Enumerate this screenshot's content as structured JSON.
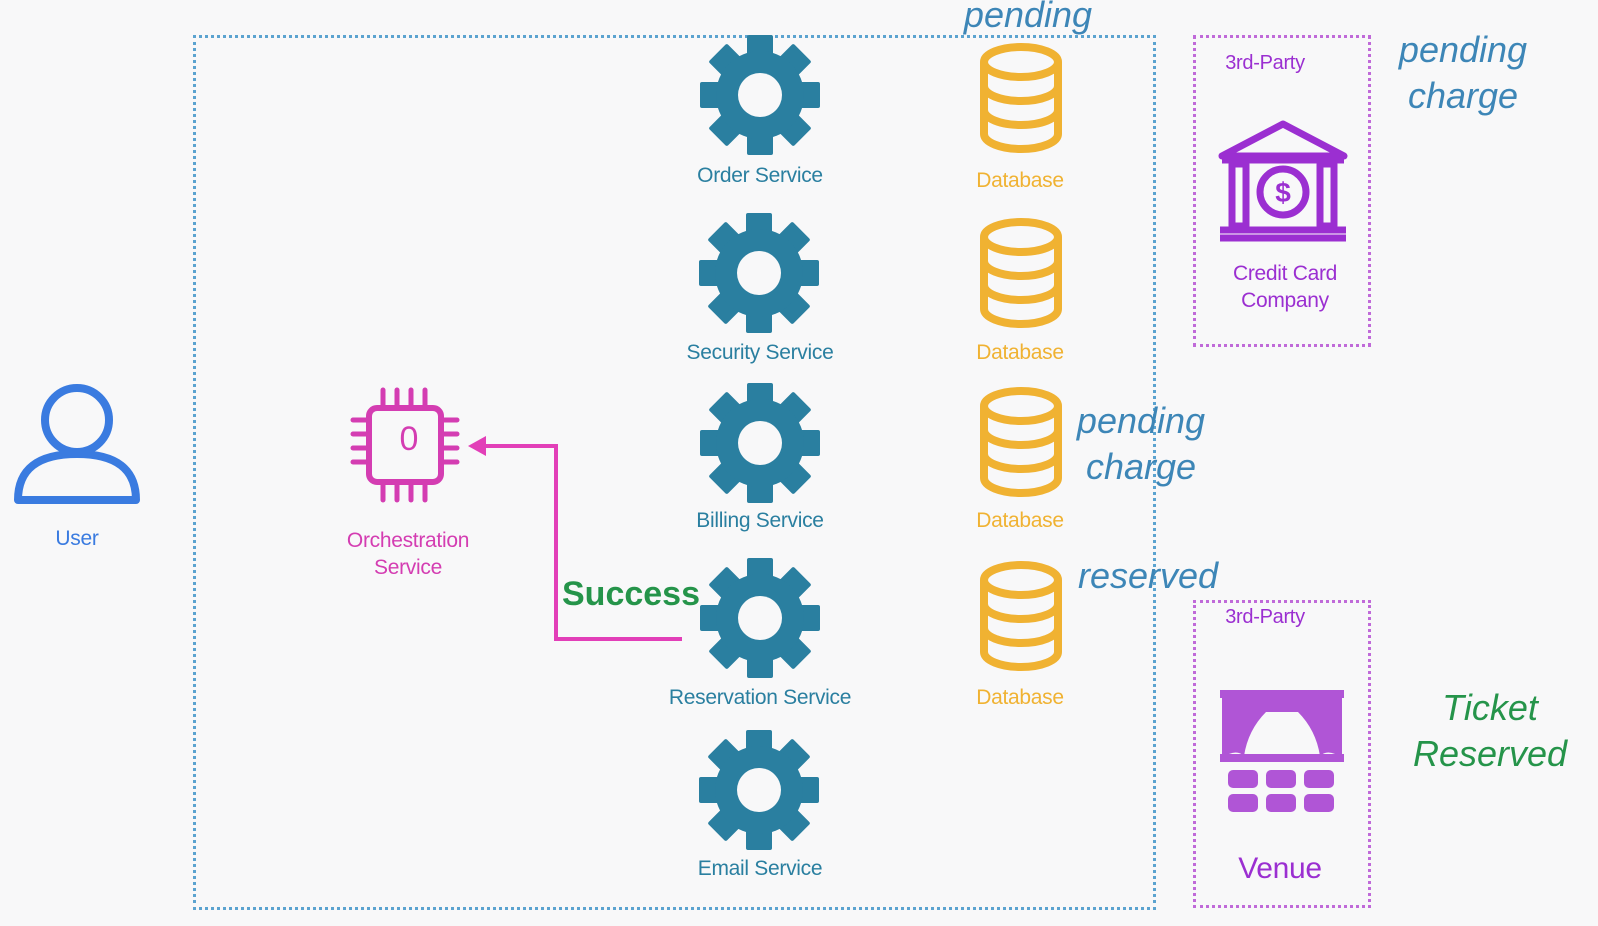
{
  "user": {
    "label": "User"
  },
  "orchestrator": {
    "label_line1": "Orchestration",
    "label_line2": "Service",
    "chip_text": "0"
  },
  "arrow": {
    "label": "Success"
  },
  "services": [
    {
      "label": "Order Service"
    },
    {
      "label": "Security Service"
    },
    {
      "label": "Billing Service"
    },
    {
      "label": "Reservation Service"
    },
    {
      "label": "Email Service"
    }
  ],
  "databases": [
    {
      "label": "Database"
    },
    {
      "label": "Database"
    },
    {
      "label": "Database"
    },
    {
      "label": "Database"
    }
  ],
  "status_notes": {
    "order": "pending",
    "billing_line1": "pending",
    "billing_line2": "charge",
    "reservation": "reserved",
    "credit_card_line1": "pending",
    "credit_card_line2": "charge",
    "venue_line1": "Ticket",
    "venue_line2": "Reserved"
  },
  "third_party": {
    "credit_card": {
      "tag": "3rd-Party",
      "label_line1": "Credit Card",
      "label_line2": "Company"
    },
    "venue": {
      "tag": "3rd-Party",
      "label": "Venue"
    }
  },
  "colors": {
    "service": "#2a7fa0",
    "database": "#f0b232",
    "orchestrator": "#d43db2",
    "user": "#3a7be0",
    "third_party": "#9b2fd1",
    "success": "#25944a",
    "boundary": "#5ba3d0"
  },
  "icons": {
    "user": "person-icon",
    "orchestrator": "chip-icon",
    "service": "gear-icon",
    "database": "database-icon",
    "credit_card": "bank-icon",
    "venue": "theater-stage-icon"
  }
}
